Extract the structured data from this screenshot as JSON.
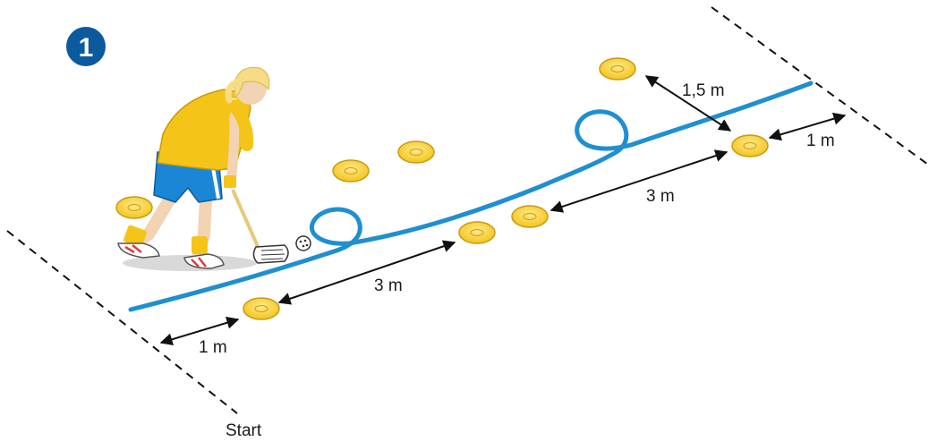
{
  "step_number": "1",
  "start_label": "Start",
  "distances": {
    "first_gap": "1 m",
    "lower_span": "3 m",
    "upper_span": "3 m",
    "side_offset": "1,5 m",
    "end_gap": "1 m"
  },
  "colors": {
    "badge": "#0b5a9e",
    "path": "#1f8fd0",
    "cone": "#f6d234",
    "cone_edge": "#c99a12",
    "jersey": "#f4c518",
    "shorts": "#1c86d6"
  },
  "icons": [
    "floorball-player",
    "floorball-stick",
    "ball-icon",
    "cone-icon",
    "arrow-icon"
  ]
}
